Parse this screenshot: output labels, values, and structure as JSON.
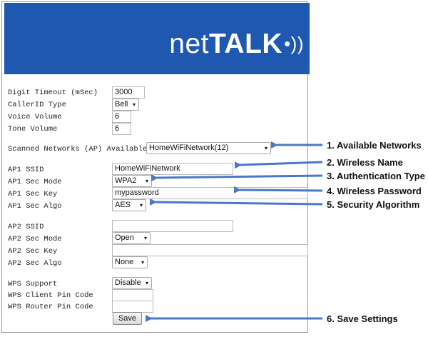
{
  "brand": {
    "logo_prefix": "net",
    "logo_bold": "TALK",
    "logo_mark": "•))",
    "banner_color": "#1f58b1"
  },
  "form": {
    "digit_timeout": {
      "label": "Digit Timeout (mSec)",
      "value": "3000"
    },
    "callerid_type": {
      "label": "CallerID Type",
      "value": "Bell"
    },
    "voice_volume": {
      "label": "Voice Volume",
      "value": "6"
    },
    "tone_volume": {
      "label": "Tone Volume",
      "value": "6"
    },
    "scanned_networks": {
      "label": "Scanned Networks (AP) Available",
      "value": "HomeWiFiNetwork(12)"
    },
    "ap1_ssid": {
      "label": "AP1 SSID",
      "value": "HomeWiFiNetwork"
    },
    "ap1_sec_mode": {
      "label": "AP1 Sec Mode",
      "value": "WPA2"
    },
    "ap1_sec_key": {
      "label": "AP1 Sec Key",
      "value": "mypassword"
    },
    "ap1_sec_algo": {
      "label": "AP1 Sec Algo",
      "value": "AES"
    },
    "ap2_ssid": {
      "label": "AP2 SSID",
      "value": ""
    },
    "ap2_sec_mode": {
      "label": "AP2 Sec Mode",
      "value": "Open"
    },
    "ap2_sec_key": {
      "label": "AP2 Sec Key",
      "value": ""
    },
    "ap2_sec_algo": {
      "label": "AP2 Sec Algo",
      "value": "None"
    },
    "wps_support": {
      "label": "WPS Support",
      "value": "Disable"
    },
    "wps_client_pin": {
      "label": "WPS Client Pin Code",
      "value": ""
    },
    "wps_router_pin": {
      "label": "WPS Router Pin Code",
      "value": ""
    },
    "save_label": "Save"
  },
  "annotations": {
    "a1": "1. Available Networks",
    "a2": "2. Wireless Name",
    "a3": "3. Authentication Type",
    "a4": "4. Wireless Password",
    "a5": "5. Security Algorithm",
    "a6": "6. Save Settings",
    "arrow_color": "#4a78c6"
  },
  "icons": {
    "dropdown": "▾"
  }
}
